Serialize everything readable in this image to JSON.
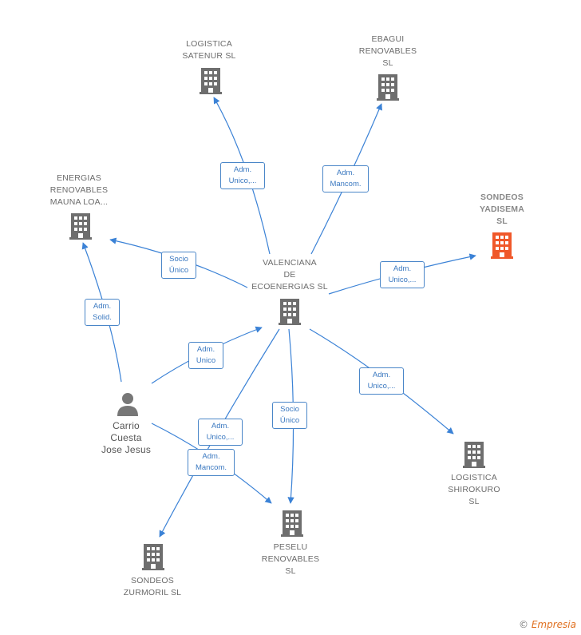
{
  "colors": {
    "edge": "#3b82d6",
    "company_icon": "#6e6e6e",
    "highlight_icon": "#f0582a",
    "person_icon": "#777777"
  },
  "nodes": {
    "logistica_satenur": {
      "label": [
        "LOGISTICA",
        "SATENUR  SL"
      ],
      "icon": "building-icon"
    },
    "ebagui": {
      "label": [
        "EBAGUI",
        "RENOVABLES",
        "SL"
      ],
      "icon": "building-icon"
    },
    "energias": {
      "label": [
        "ENERGIAS",
        "RENOVABLES",
        "MAUNA LOA..."
      ],
      "icon": "building-icon"
    },
    "sondeos_yadisema": {
      "label": [
        "SONDEOS",
        "YADISEMA",
        "SL"
      ],
      "icon": "building-icon"
    },
    "valenciana": {
      "label": [
        "VALENCIANA",
        "DE",
        "ECOENERGIAS SL"
      ],
      "icon": "building-icon"
    },
    "carrio": {
      "label": [
        "Carrio",
        "Cuesta",
        "Jose Jesus"
      ],
      "icon": "person-icon"
    },
    "logistica_shirokuro": {
      "label": [
        "LOGISTICA",
        "SHIROKURO",
        "SL"
      ],
      "icon": "building-icon"
    },
    "peselu": {
      "label": [
        "PESELU",
        "RENOVABLES",
        "SL"
      ],
      "icon": "building-icon"
    },
    "sondeos_zurmoril": {
      "label": [
        "SONDEOS",
        "ZURMORIL  SL"
      ],
      "icon": "building-icon"
    }
  },
  "edges": [
    {
      "id": "e1",
      "label": [
        "Adm.",
        "Unico,..."
      ]
    },
    {
      "id": "e2",
      "label": [
        "Adm.",
        "Mancom."
      ]
    },
    {
      "id": "e3",
      "label": [
        "Socio",
        "Único"
      ]
    },
    {
      "id": "e4",
      "label": [
        "Adm.",
        "Unico,..."
      ]
    },
    {
      "id": "e5",
      "label": [
        "Adm.",
        "Solid."
      ]
    },
    {
      "id": "e6",
      "label": [
        "Adm.",
        "Unico"
      ]
    },
    {
      "id": "e7",
      "label": [
        "Adm.",
        "Unico,..."
      ]
    },
    {
      "id": "e8",
      "label": [
        "Socio",
        "Único"
      ]
    },
    {
      "id": "e9",
      "label": [
        "Adm.",
        "Unico,..."
      ]
    },
    {
      "id": "e10",
      "label": [
        "Adm.",
        "Mancom."
      ]
    }
  ],
  "footer": {
    "symbol": "©",
    "brand": "Empresia"
  }
}
